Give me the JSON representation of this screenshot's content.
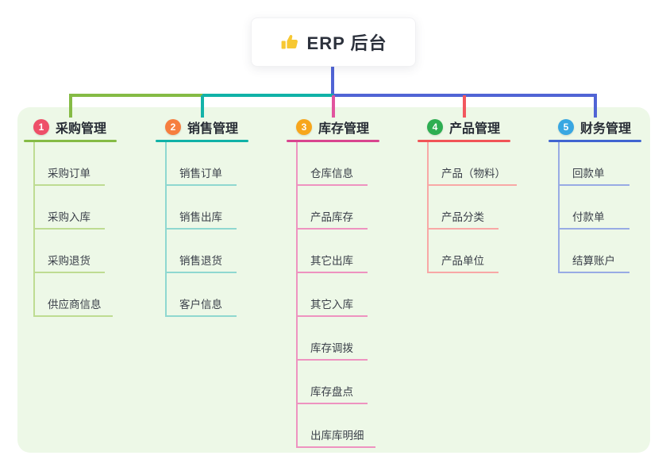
{
  "title": {
    "text": "ERP 后台",
    "icon": "thumbs-up-icon",
    "icon_color": "#f7c832"
  },
  "theme": {
    "trunk_color": "#5064d5",
    "panel_bg": "#edf8e7",
    "title_color": "#2c313c",
    "item_text_color": "#3b404a"
  },
  "branches": [
    {
      "num": "1",
      "label": "采购管理",
      "badge_color": "#ee4f68",
      "line_color": "#85bb45",
      "sub_line_color": "#bedc92",
      "drop_color": "#85bb45",
      "items": [
        "采购订单",
        "采购入库",
        "采购退货",
        "供应商信息"
      ]
    },
    {
      "num": "2",
      "label": "销售管理",
      "badge_color": "#f67e3f",
      "line_color": "#10b2a7",
      "sub_line_color": "#8fd8d0",
      "drop_color": "#14b3a9",
      "items": [
        "销售订单",
        "销售出库",
        "销售退货",
        "客户信息"
      ]
    },
    {
      "num": "3",
      "label": "库存管理",
      "badge_color": "#f7a61c",
      "line_color": "#d9458f",
      "sub_line_color": "#ee93c0",
      "drop_color": "#e1549e",
      "items": [
        "仓库信息",
        "产品库存",
        "其它出库",
        "其它入库",
        "库存调拨",
        "库存盘点",
        "出库库明细"
      ]
    },
    {
      "num": "4",
      "label": "产品管理",
      "badge_color": "#2eae52",
      "line_color": "#f15457",
      "sub_line_color": "#f8a8a6",
      "drop_color": "#f2575e",
      "items": [
        "产品（物料）",
        "产品分类",
        "产品单位"
      ]
    },
    {
      "num": "5",
      "label": "财务管理",
      "badge_color": "#38a7e2",
      "line_color": "#4165d1",
      "sub_line_color": "#98abe4",
      "drop_color": "#5064d5",
      "items": [
        "回款单",
        "付款单",
        "结算账户"
      ]
    }
  ]
}
